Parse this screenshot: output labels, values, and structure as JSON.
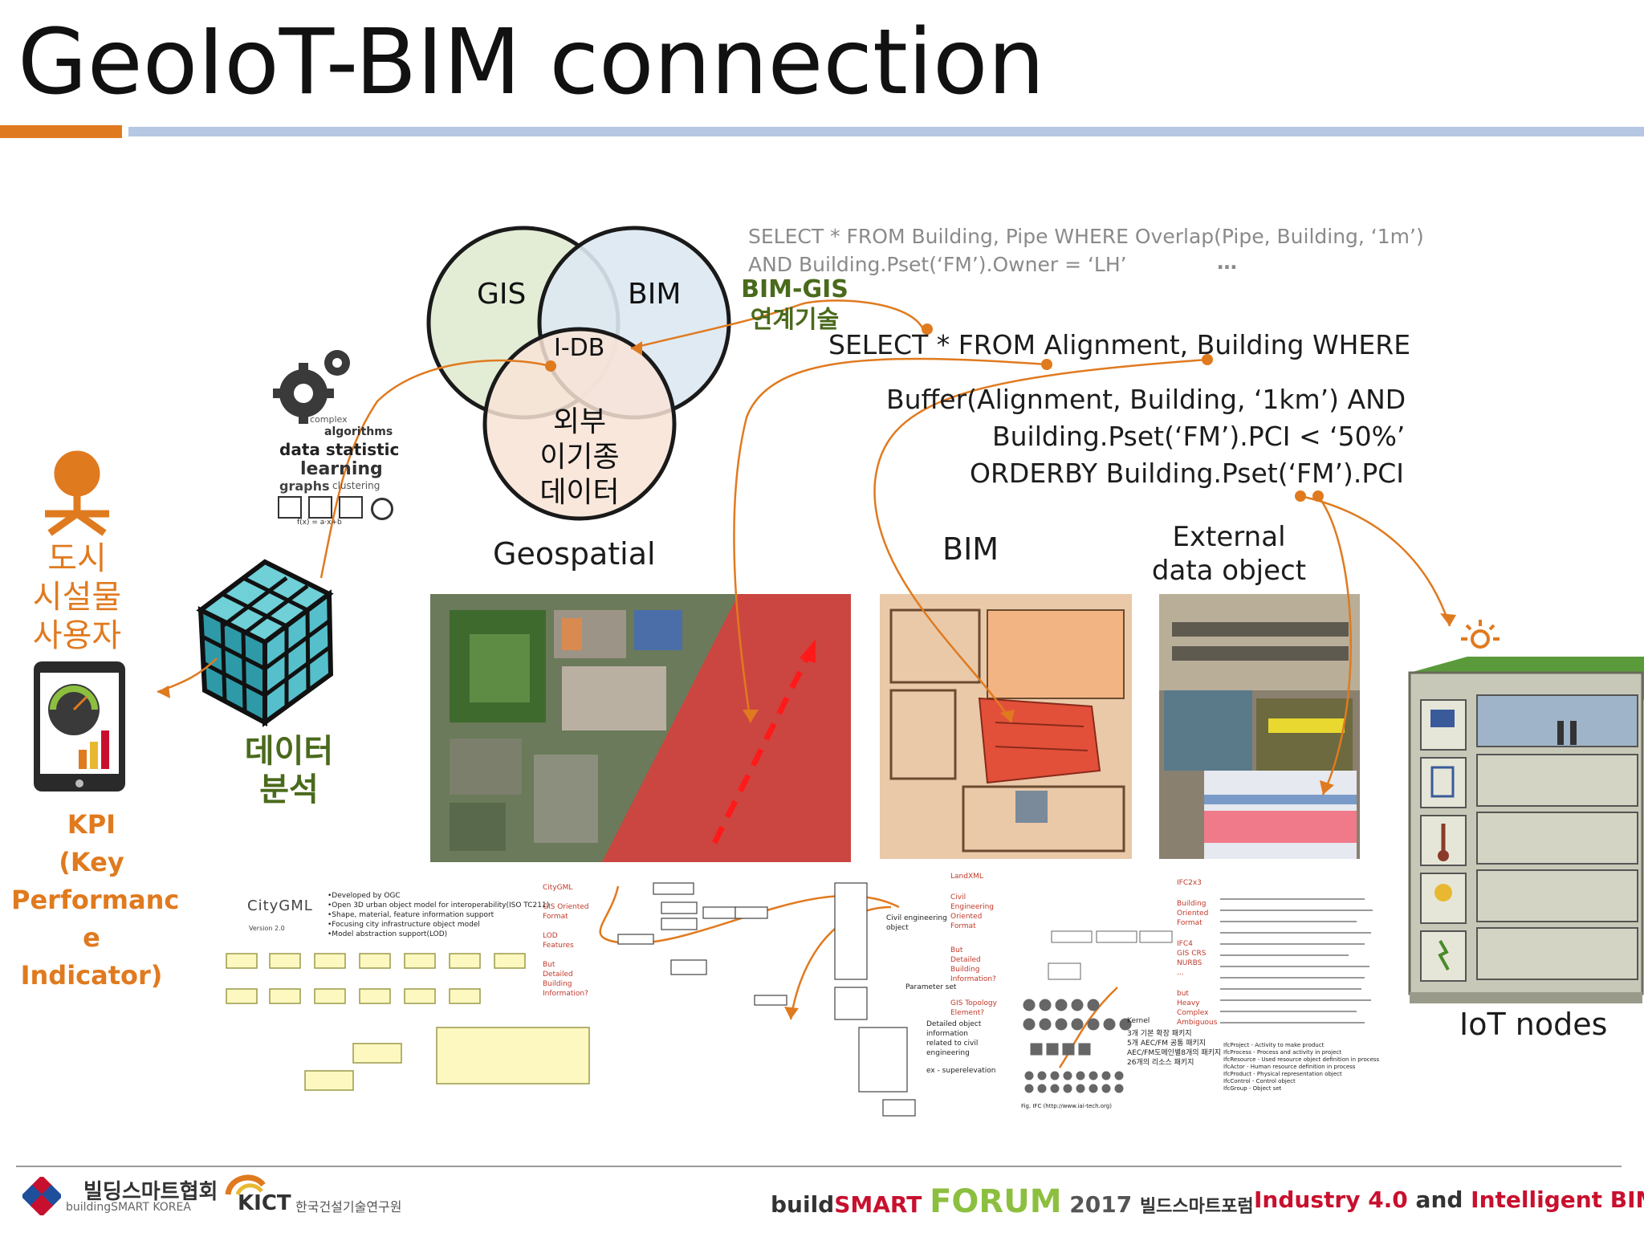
{
  "title": "GeoIoT-BIM connection",
  "venn": {
    "gis": "GIS",
    "bim": "BIM",
    "idb": "I-DB",
    "external_lines": [
      "외부",
      "이기종",
      "데이터"
    ]
  },
  "bimgis_label": [
    "BIM-GIS",
    "연계기술"
  ],
  "query_top": {
    "line1": "SELECT * FROM Building, Pipe WHERE Overlap(Pipe, Building, ‘1m’)",
    "line2": "AND Building.Pset(‘FM’).Owner = ‘LH’",
    "ellipsis": "…"
  },
  "query_main": {
    "line1": "SELECT * FROM Alignment, Building WHERE",
    "line2": "Buffer(Alignment,  Building, ‘1km’) AND",
    "line3": "Building.Pset(‘FM’).PCI < ‘50%’",
    "line4": "ORDERBY Building.Pset(‘FM’).PCI"
  },
  "sections": {
    "geospatial": "Geospatial",
    "bim": "BIM",
    "external": [
      "External",
      "data object"
    ],
    "iot": "IoT nodes"
  },
  "user_label": [
    "도시",
    "시설물",
    "사용자"
  ],
  "data_analysis": [
    "데이터",
    "분석"
  ],
  "kpi": [
    "KPI",
    "(Key",
    "Performanc",
    "e Indicator)"
  ],
  "wordcloud": {
    "w1": "algorithms",
    "w2": "data statistic",
    "w3": "learning",
    "w4": "graphs",
    "w5": "clustering",
    "w6": "complex",
    "formula": "f(x) = a·x+b"
  },
  "doc_panels": {
    "citygml": {
      "logo": "CityGML",
      "version": "Version 2.0",
      "bullets": [
        "•Developed by OGC",
        "•Open 3D  urban object model for interoperability(ISO TC211)",
        "•Shape, material, feature information support",
        "•Focusing city infrastructure object model",
        "•Model abstraction support(LOD)"
      ],
      "side": [
        "CityGML",
        "GIS Oriented",
        "Format",
        "LOD",
        "Features",
        "But",
        "Detailed",
        "Building",
        "Information?"
      ]
    },
    "landxml": {
      "side": [
        "LandXML",
        "Civil",
        "Engineering",
        "Oriented",
        "Format",
        "But",
        "Detailed",
        "Building",
        "Information?",
        "GIS Topology",
        "Element?"
      ],
      "notes": [
        "Civil engineering",
        "object",
        "Parameter set",
        "Detailed object",
        "information",
        "related to civil",
        "engineering",
        "ex - superelevation"
      ]
    },
    "ifc": {
      "side": [
        "IFC2x3",
        "Building",
        "Oriented",
        "Format",
        "IFC4",
        "GIS CRS",
        "NURBS",
        "...",
        "but",
        "Heavy",
        "Complex",
        "Ambiguous"
      ],
      "notes": [
        "Kernel",
        "3개 기본 확장 패키지",
        "5개 AEC/FM 공통 패키지",
        "AEC/FM도메인별8개의 패키지",
        "26개의 리소스 패키지",
        "Fig. IFC (http://www.iai-tech.org)"
      ],
      "defs": [
        "IfcProject - Activity to make product",
        "IfcProcess - Process and activity in project",
        "IfcResource - Used resource object definition in process",
        "IfcActor - Human resource definition in process",
        "IfcProduct - Physical representation object",
        "IfcControl - Control object",
        "IfcGroup - Object set"
      ]
    }
  },
  "footer": {
    "org_ko": "빌딩스마트협회",
    "org_en": "buildingSMART KOREA",
    "kict": "KICT",
    "kict_ko": "한국건설기술연구원",
    "forum_prefix": "build",
    "forum_smart": "SMART",
    "forum_word": "FORUM",
    "forum_year": "2017",
    "forum_ko": "빌드스마트포럼",
    "tag_a": "Industry 4.0",
    "tag_and": "and",
    "tag_b": "Intelligent BIM"
  },
  "colors": {
    "orange": "#e07a1f",
    "green": "#4a6a1c",
    "blue_bar": "#b5c7e3",
    "gis": "#e3edd6",
    "bim": "#dbe8f2",
    "external": "#f8e3d6",
    "footer_red": "#c8102e",
    "forum_green": "#8cbf3f"
  }
}
